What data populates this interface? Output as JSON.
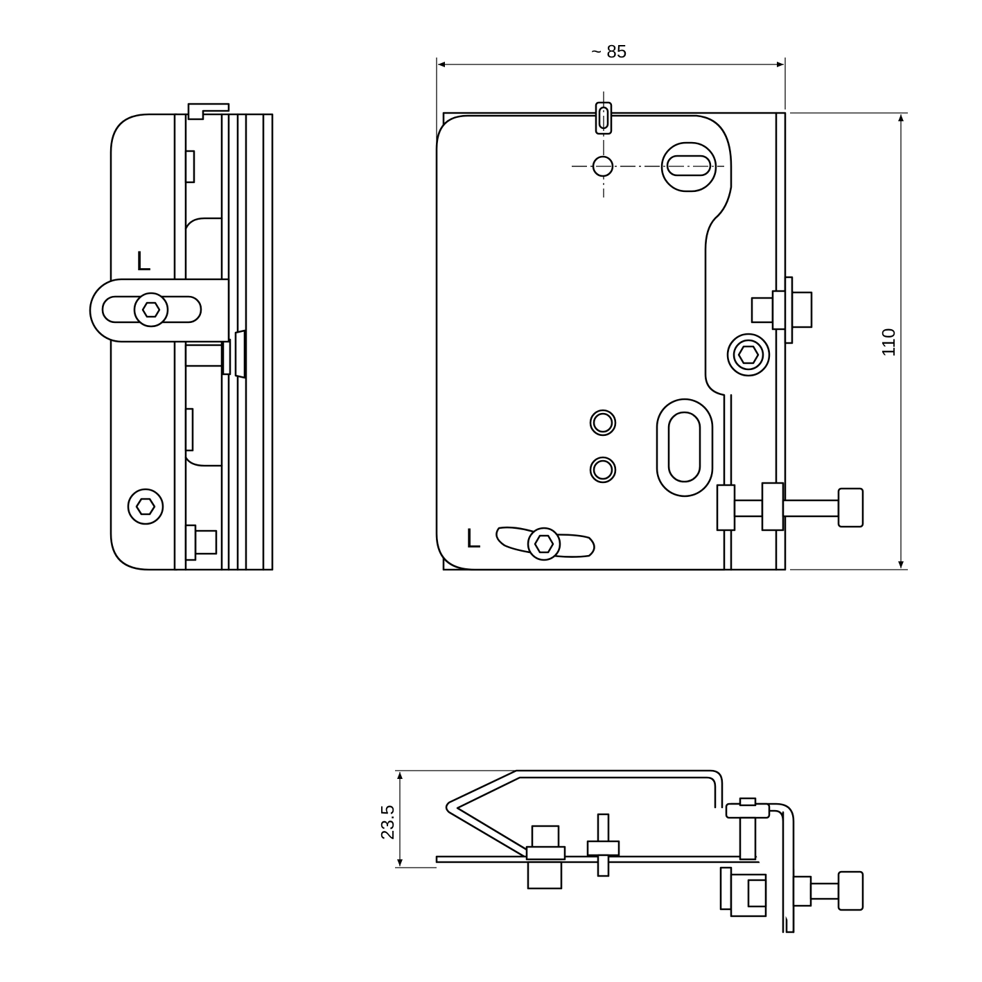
{
  "dimensions": {
    "width": "~ 85",
    "height": "110",
    "depth": "23.5"
  },
  "markings": {
    "side_view_letter": "L",
    "front_view_letter": "L"
  },
  "colors": {
    "line": "#000000",
    "background": "#ffffff"
  }
}
